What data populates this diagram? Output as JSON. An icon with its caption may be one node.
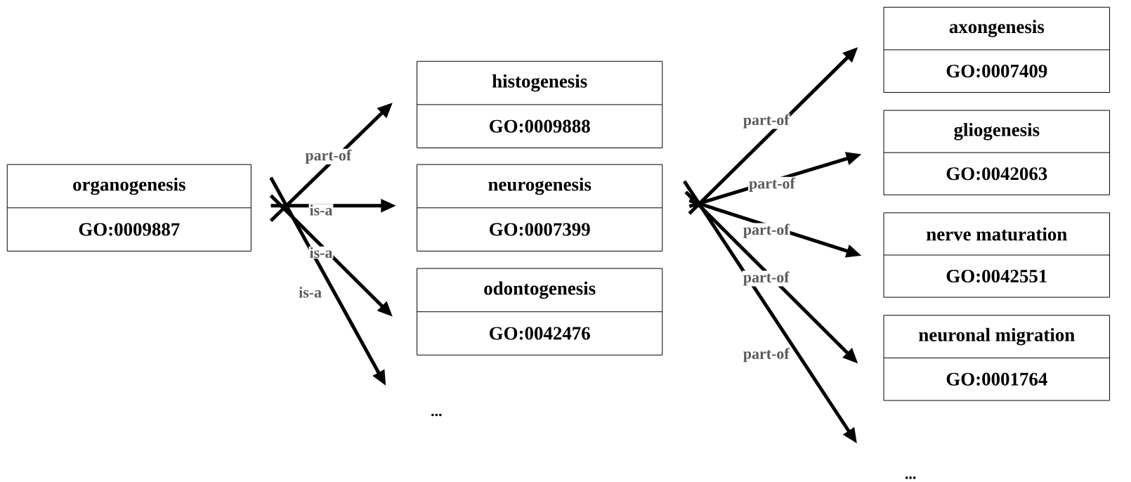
{
  "diagram": {
    "nodes": [
      {
        "text": [
          "organogenesis",
          "GO:0009887"
        ]
      },
      {
        "text": [
          "histogenesis",
          "GO:0009888"
        ]
      },
      {
        "text": [
          "neurogenesis",
          "GO:0007399"
        ]
      },
      {
        "text": [
          "odontogenesis",
          "GO:0042476"
        ]
      },
      {
        "text": [
          "axongenesis",
          "GO:0007409"
        ]
      },
      {
        "text": [
          "gliogenesis",
          "GO:0042063"
        ]
      },
      {
        "text": [
          "nerve maturation",
          "GO:0042551"
        ]
      },
      {
        "text": [
          "neuronal migration",
          "GO:0001764"
        ]
      }
    ],
    "edges": [
      {
        "from": 0,
        "to": 1,
        "arrow": "to",
        "label": "part-of"
      },
      {
        "from": 0,
        "to": 2,
        "arrow": "to",
        "label": "is-a"
      },
      {
        "from": 0,
        "to": 3,
        "arrow": "to",
        "label": "is-a"
      },
      {
        "from": 0,
        "to": null,
        "arrow": "to",
        "label": "is-a"
      },
      {
        "from": 2,
        "to": 4,
        "arrow": "to",
        "label": "part-of"
      },
      {
        "from": 2,
        "to": 5,
        "arrow": "to",
        "label": "part-of"
      },
      {
        "from": 2,
        "to": 6,
        "arrow": "to",
        "label": "part-of"
      },
      {
        "from": 2,
        "to": 7,
        "arrow": "to",
        "label": "part-of"
      },
      {
        "from": 2,
        "to": null,
        "arrow": "to",
        "label": "part-of"
      }
    ],
    "labels": [
      "...",
      "..."
    ]
  }
}
